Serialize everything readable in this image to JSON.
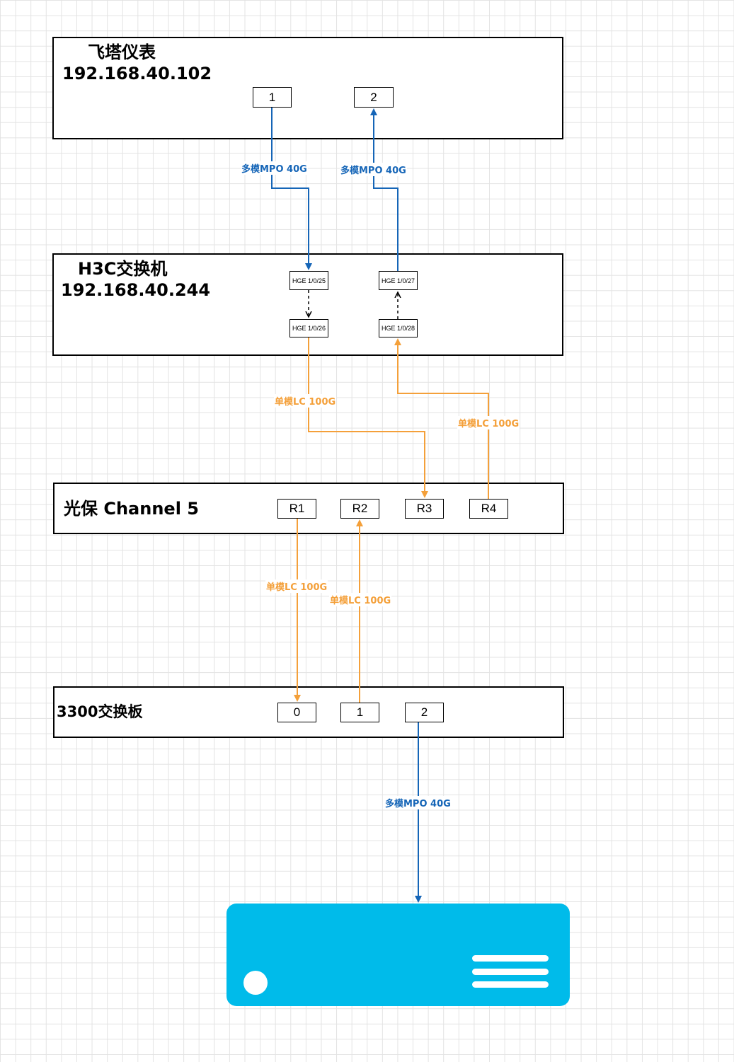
{
  "devices": {
    "meter": {
      "title": "飞塔仪表",
      "ip": "192.168.40.102",
      "ports": [
        "1",
        "2"
      ]
    },
    "h3c": {
      "title": "H3C交换机",
      "ip": "192.168.40.244",
      "ports": [
        "HGE 1/0/25",
        "HGE 1/0/26",
        "HGE 1/0/27",
        "HGE 1/0/28"
      ]
    },
    "optical": {
      "title": "光保 Channel 5",
      "ports": [
        "R1",
        "R2",
        "R3",
        "R4"
      ]
    },
    "board": {
      "title": "3300交换板",
      "ports": [
        "0",
        "1",
        "2"
      ]
    },
    "server": {
      "icon": "server-icon"
    }
  },
  "links": {
    "mpo": "多模MPO 40G",
    "lc": "单模LC 100G"
  },
  "colors": {
    "multimode": "#1565b7",
    "singlemode": "#f4a03a"
  }
}
